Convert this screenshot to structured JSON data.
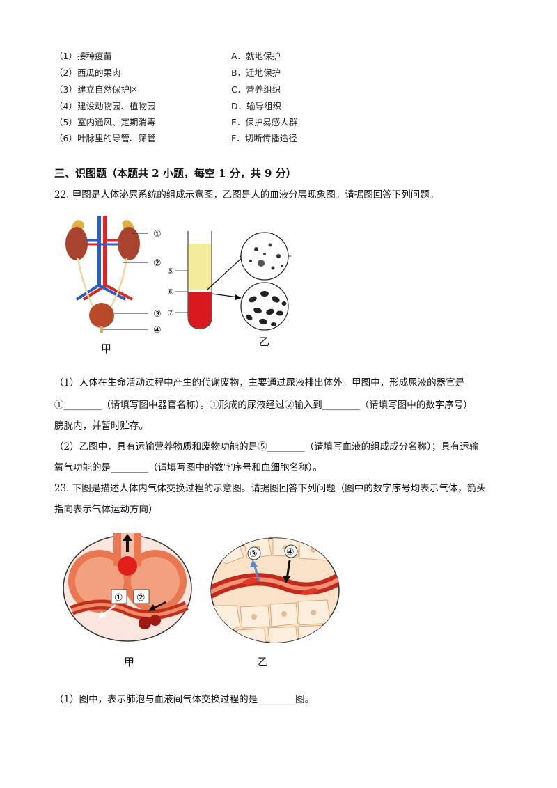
{
  "matching": [
    {
      "left": "（1）接种疫苗",
      "right": "A．就地保护"
    },
    {
      "left": "（2）西瓜的果肉",
      "right": "B．迁地保护"
    },
    {
      "left": "（3）建立自然保护区",
      "right": "C．营养组织"
    },
    {
      "left": "（4）建设动物园、植物园",
      "right": "D．输导组织"
    },
    {
      "left": "（5）室内通风、定期消毒",
      "right": "E．保护易感人群"
    },
    {
      "left": "（6）叶脉里的导管、筛管",
      "right": "F．切断传播途径"
    }
  ],
  "section_title": "三、识图题（本题共 2 小题，每空 1 分，共 9 分）",
  "q22": {
    "stem": "22. 甲图是人体泌尿系统的组成示意图，乙图是人的血液分层现象图。请据图回答下列问题。",
    "fig_jia_label": "甲",
    "fig_yi_label": "乙",
    "fig_jia_markers": [
      "①",
      "②",
      "③",
      "④"
    ],
    "fig_yi_markers": [
      "⑤",
      "⑥",
      "⑦"
    ],
    "p1_line1": "（1）人体在生命活动过程中产生的代谢废物，主要通过尿液排出体外。甲图中，形成尿液的器官是",
    "p1_line2": "①________（请填写图中器官名称）。①形成的尿液经过②输入到________（请填写图中的数字序号）",
    "p1_line3": "膀胱内，并暂时贮存。",
    "p2_line1": "（2）乙图中，具有运输营养物质和废物功能的是⑤________（请填写血液的组成成分名称）；具有运输",
    "p2_line2": "氧气功能的是________（请填写图中的数字序号和血细胞名称）。"
  },
  "q23": {
    "stem_line1": "23. 下图是描述人体内气体交换过程的示意图。请据图回答下列问题（图中的数字序号均表示气体，箭头",
    "stem_line2": "指向表示气体运动方向）",
    "fig_jia_label": "甲",
    "fig_yi_label": "乙",
    "fig_jia_markers": [
      "①",
      "②"
    ],
    "fig_yi_markers": [
      "③",
      "④"
    ],
    "p1": "（1）图中，表示肺泡与血液间气体交换过程的是________图。"
  }
}
